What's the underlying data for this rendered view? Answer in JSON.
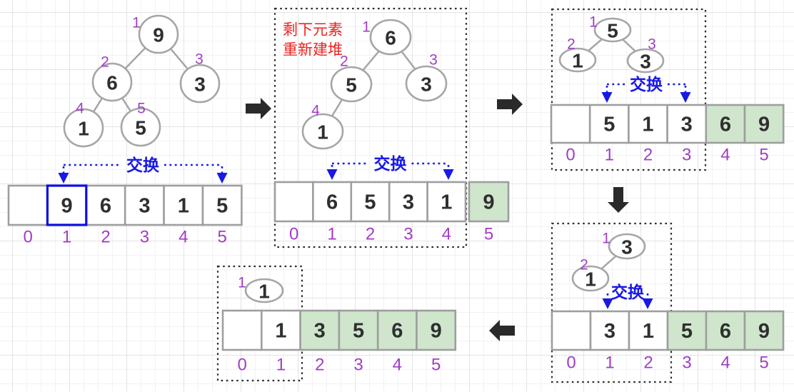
{
  "swap_label": "交换",
  "note_lines": [
    "剩下元素",
    "重新建堆"
  ],
  "colors": {
    "node_stroke": "#a6a6a6",
    "edge_stroke": "#a6a6a6",
    "array_stroke": "#9e9e9e",
    "cell_fill": "#ffffff",
    "sorted_fill": "#cfe6cc",
    "swap_blue": "#1818e8",
    "highlight_blue": "#0d0de0",
    "index_purple": "#a03ec4",
    "note_red": "#ea2420",
    "value_dark": "#2f2f2f",
    "flow_arrow_dark": "#2a2a2a",
    "box_stroke": "#2d2d2d"
  },
  "panels": [
    {
      "id": "step-1",
      "boxed": false,
      "tree_nodes": [
        {
          "heap_index": "1",
          "value": "9"
        },
        {
          "heap_index": "2",
          "value": "6"
        },
        {
          "heap_index": "3",
          "value": "3"
        },
        {
          "heap_index": "4",
          "value": "1"
        },
        {
          "heap_index": "5",
          "value": "5"
        }
      ],
      "array_cells": [
        {
          "index": "0",
          "value": "",
          "sorted": false,
          "highlighted": false
        },
        {
          "index": "1",
          "value": "9",
          "sorted": false,
          "highlighted": true
        },
        {
          "index": "2",
          "value": "6",
          "sorted": false,
          "highlighted": false
        },
        {
          "index": "3",
          "value": "3",
          "sorted": false,
          "highlighted": false
        },
        {
          "index": "4",
          "value": "1",
          "sorted": false,
          "highlighted": false
        },
        {
          "index": "5",
          "value": "5",
          "sorted": false,
          "highlighted": false
        }
      ],
      "swap_between_indices": [
        "1",
        "5"
      ]
    },
    {
      "id": "step-2",
      "boxed": true,
      "has_note": true,
      "tree_nodes": [
        {
          "heap_index": "1",
          "value": "6"
        },
        {
          "heap_index": "2",
          "value": "5"
        },
        {
          "heap_index": "3",
          "value": "3"
        },
        {
          "heap_index": "4",
          "value": "1"
        }
      ],
      "array_cells": [
        {
          "index": "0",
          "value": "",
          "sorted": false,
          "highlighted": false
        },
        {
          "index": "1",
          "value": "6",
          "sorted": false,
          "highlighted": false
        },
        {
          "index": "2",
          "value": "5",
          "sorted": false,
          "highlighted": false
        },
        {
          "index": "3",
          "value": "3",
          "sorted": false,
          "highlighted": false
        },
        {
          "index": "4",
          "value": "1",
          "sorted": false,
          "highlighted": false
        },
        {
          "index": "5",
          "value": "9",
          "sorted": true,
          "highlighted": false
        }
      ],
      "swap_between_indices": [
        "1",
        "4"
      ]
    },
    {
      "id": "step-3",
      "boxed": true,
      "tree_nodes": [
        {
          "heap_index": "1",
          "value": "5"
        },
        {
          "heap_index": "2",
          "value": "1"
        },
        {
          "heap_index": "3",
          "value": "3"
        }
      ],
      "array_cells": [
        {
          "index": "0",
          "value": "",
          "sorted": false,
          "highlighted": false
        },
        {
          "index": "1",
          "value": "5",
          "sorted": false,
          "highlighted": false
        },
        {
          "index": "2",
          "value": "1",
          "sorted": false,
          "highlighted": false
        },
        {
          "index": "3",
          "value": "3",
          "sorted": false,
          "highlighted": false
        },
        {
          "index": "4",
          "value": "6",
          "sorted": true,
          "highlighted": false
        },
        {
          "index": "5",
          "value": "9",
          "sorted": true,
          "highlighted": false
        }
      ],
      "swap_between_indices": [
        "1",
        "3"
      ]
    },
    {
      "id": "step-4",
      "boxed": true,
      "tree_nodes": [
        {
          "heap_index": "1",
          "value": "3"
        },
        {
          "heap_index": "2",
          "value": "1"
        }
      ],
      "array_cells": [
        {
          "index": "0",
          "value": "",
          "sorted": false,
          "highlighted": false
        },
        {
          "index": "1",
          "value": "3",
          "sorted": false,
          "highlighted": false
        },
        {
          "index": "2",
          "value": "1",
          "sorted": false,
          "highlighted": false
        },
        {
          "index": "3",
          "value": "5",
          "sorted": true,
          "highlighted": false
        },
        {
          "index": "4",
          "value": "6",
          "sorted": true,
          "highlighted": false
        },
        {
          "index": "5",
          "value": "9",
          "sorted": true,
          "highlighted": false
        }
      ],
      "swap_between_indices": [
        "1",
        "2"
      ]
    },
    {
      "id": "step-5",
      "boxed": true,
      "tree_nodes": [
        {
          "heap_index": "1",
          "value": "1"
        }
      ],
      "array_cells": [
        {
          "index": "0",
          "value": "",
          "sorted": false,
          "highlighted": false
        },
        {
          "index": "1",
          "value": "1",
          "sorted": false,
          "highlighted": false
        },
        {
          "index": "2",
          "value": "3",
          "sorted": true,
          "highlighted": false
        },
        {
          "index": "3",
          "value": "5",
          "sorted": true,
          "highlighted": false
        },
        {
          "index": "4",
          "value": "6",
          "sorted": true,
          "highlighted": false
        },
        {
          "index": "5",
          "value": "9",
          "sorted": true,
          "highlighted": false
        }
      ],
      "swap_between_indices": null
    }
  ],
  "flow_arrows": [
    {
      "direction": "right"
    },
    {
      "direction": "right"
    },
    {
      "direction": "down"
    },
    {
      "direction": "left"
    }
  ]
}
